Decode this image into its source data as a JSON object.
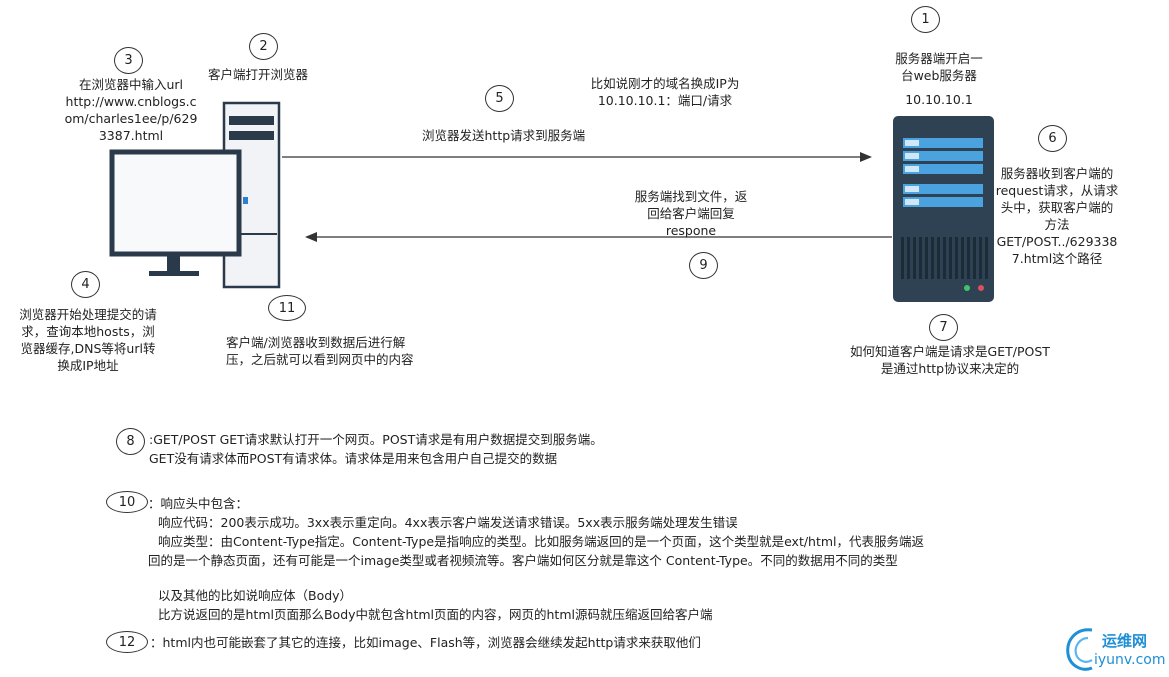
{
  "steps": {
    "s1": "1",
    "s2": "2",
    "s3": "3",
    "s4": "4",
    "s5": "5",
    "s6": "6",
    "s7": "7",
    "s8": "8",
    "s9": "9",
    "s10": "10",
    "s11": "11",
    "s12": "12"
  },
  "labels": {
    "server_start": [
      "服务器端开启一",
      "台web服务器"
    ],
    "server_ip": "10.10.10.1",
    "client_open": "客户端打开浏览器",
    "enter_url": [
      "在浏览器中输入url",
      "http://www.cnblogs.c",
      "om/charles1ee/p/629",
      "3387.html"
    ],
    "ip_example": [
      "比如说刚才的域名换成IP为",
      "10.10.10.1：端口/请求"
    ],
    "send_request": "浏览器发送http请求到服务端",
    "server_found": [
      "服务端找到文件，返",
      "回给客户端回复",
      "respone"
    ],
    "server_receive": [
      "服务器收到客户端的",
      "request请求，从请求",
      "头中，获取客户端的",
      "方法",
      "GET/POST../629338",
      "7.html这个路径"
    ],
    "browser_process": [
      "浏览器开始处理提交的请",
      "求，查询本地hosts，浏",
      "览器缓存,DNS等将url转",
      "换成IP地址"
    ],
    "client_receive": [
      "客户端/浏览器收到数据后进行解",
      "压，之后就可以看到网页中的内容"
    ],
    "how_know": [
      "如何知道客户端是请求是GET/POST",
      "是通过http协议来决定的"
    ]
  },
  "notes": {
    "n8": [
      ":GET/POST   GET请求默认打开一个网页。POST请求是有用户数据提交到服务端。",
      "GET没有请求体而POST有请求体。请求体是用来包含用户自己提交的数据"
    ],
    "n10": [
      "：响应头中包含：",
      "响应代码：200表示成功。3xx表示重定向。4xx表示客户端发送请求错误。5xx表示服务端处理发生错误",
      "响应类型：由Content-Type指定。Content-Type是指响应的类型。比如服务端返回的是一个页面，这个类型就是ext/html，代表服务端返",
      "回的是一个静态页面，还有可能是一个image类型或者视频流等。客户端如何区分就是靠这个      Content-Type。不同的数据用不同的类型",
      "以及其他的比如说响应体（Body）",
      "比方说返回的是html页面那么Body中就包含html页面的内容，网页的html源码就压缩返回给客户端"
    ],
    "n12": "：html内也可能嵌套了其它的连接，比如image、Flash等，浏览器会继续发起http请求来获取他们"
  },
  "logo": {
    "name": "运维网",
    "domain": "iyunv.com"
  },
  "colors": {
    "monitor": "#2b3a4a",
    "server": "#2e4254",
    "server_accent": "#4aa3df",
    "arrow": "#333333",
    "logo": "#1f8fd6"
  }
}
